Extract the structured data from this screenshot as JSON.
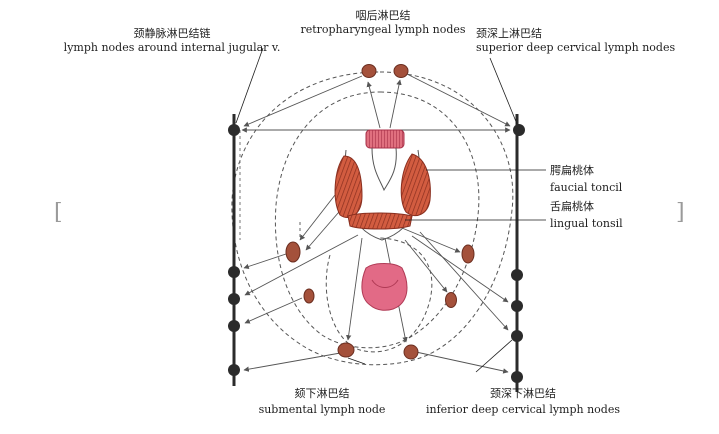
{
  "labels": {
    "jugular_chain": {
      "zh": "颈静脉淋巴结链",
      "en": "lymph nodes around internal jugular v."
    },
    "retropharyngeal": {
      "zh": "咽后淋巴结",
      "en": "retropharyngeal lymph nodes"
    },
    "superior_deep_cervical": {
      "zh": "颈深上淋巴结",
      "en": "superior deep cervical lymph nodes"
    },
    "faucial_tonsil": {
      "zh": "腭扁桃体",
      "en": "faucial toncil"
    },
    "lingual_tonsil": {
      "zh": "舌扁桃体",
      "en": "lingual tonsil"
    },
    "submental": {
      "zh": "颏下淋巴结",
      "en": "submental lymph node"
    },
    "inferior_deep_cervical": {
      "zh": "颈深下淋巴结",
      "en": "inferior deep cervical lymph nodes"
    }
  },
  "colors": {
    "node_brown": "#a4513b",
    "tonsil_red": "#c8503a",
    "pharynx_pink": "#e26a86",
    "chain_dark": "#2b2b2b",
    "dashed_outline": "#555555"
  }
}
